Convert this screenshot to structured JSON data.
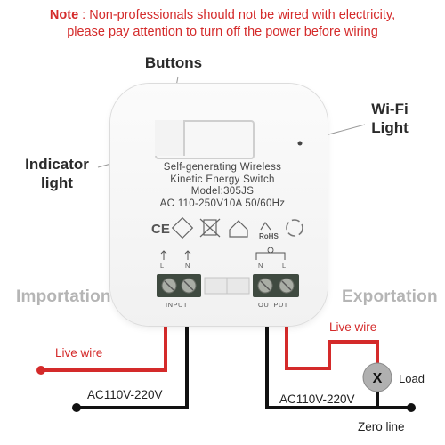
{
  "note": {
    "prefix": "Note",
    "line1": " : Non-professionals should not be wired with electricity,",
    "line2": "please pay attention to turn off the power before wiring"
  },
  "callouts": {
    "buttons": "Buttons",
    "wifi_light_1": "Wi-Fi",
    "wifi_light_2": "Light",
    "indicator_1": "Indicator",
    "indicator_2": "light"
  },
  "device": {
    "spec_lines": [
      "Self-generating Wireless",
      "Kinetic Energy Switch",
      "Model:305JS",
      "AC 110-250V10A 50/60Hz"
    ],
    "cert_marks": [
      "CE",
      "RoHS"
    ],
    "input_terminals": [
      "L",
      "N"
    ],
    "output_terminals": [
      "N",
      "L"
    ],
    "input_label": "INPUT",
    "output_label": "OUTPUT"
  },
  "sides": {
    "importation": "Importation",
    "exportation": "Exportation"
  },
  "wiring": {
    "live_wire_left": "Live wire",
    "ac_left": "AC110V-220V",
    "live_wire_right": "Live wire",
    "ac_right": "AC110V-220V",
    "load_symbol": "X",
    "load_label": "Load",
    "zero_line": "Zero line"
  },
  "colors": {
    "note_red": "#d42a2a",
    "live_wire": "#d42a2a",
    "neutral_wire": "#111111",
    "terminal_green": "#3f4a40"
  }
}
